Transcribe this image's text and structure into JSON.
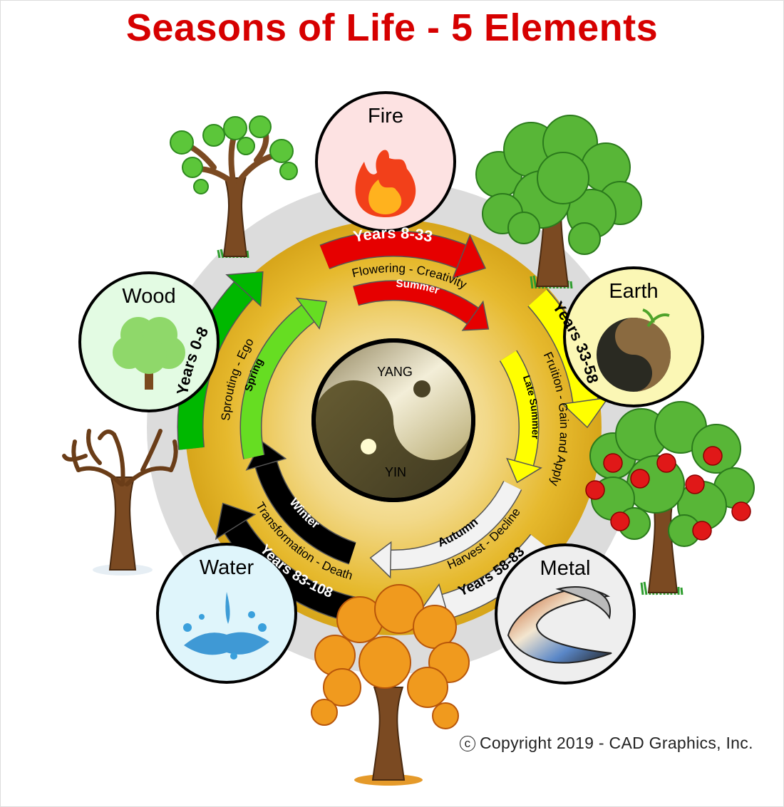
{
  "title": "Seasons of Life - 5 Elements",
  "elements": [
    {
      "name": "Fire",
      "fill": "#fde2e2",
      "icon": "flame-icon"
    },
    {
      "name": "Wood",
      "fill": "#e3fbe3",
      "icon": "tree-icon"
    },
    {
      "name": "Earth",
      "fill": "#fbf7b5",
      "icon": "soil-ball-icon"
    },
    {
      "name": "Water",
      "fill": "#dff5fb",
      "icon": "water-splash-icon"
    },
    {
      "name": "Metal",
      "fill": "#eeeeee",
      "icon": "metal-swirl-icon"
    }
  ],
  "center": {
    "yang": "YANG",
    "yin": "YIN"
  },
  "years_arrows": [
    {
      "label": "Years 8-33",
      "color": "#e60000",
      "text_color": "#ffffff"
    },
    {
      "label": "Years 33-58",
      "color": "#ffff00",
      "text_color": "#000000"
    },
    {
      "label": "Years 58-83",
      "color": "#f2f2f2",
      "text_color": "#000000"
    },
    {
      "label": "Years 83-108",
      "color": "#000000",
      "text_color": "#ffffff"
    },
    {
      "label": "Years 0-8",
      "color": "#00b800",
      "text_color": "#000000"
    }
  ],
  "season_arrows": [
    {
      "label": "Summer",
      "color": "#e60000",
      "text_color": "#ffffff"
    },
    {
      "label": "Late Summer",
      "color": "#ffff00",
      "text_color": "#000000"
    },
    {
      "label": "Autumn",
      "color": "#f2f2f2",
      "text_color": "#000000"
    },
    {
      "label": "Winter",
      "color": "#000000",
      "text_color": "#ffffff"
    },
    {
      "label": "Spring",
      "color": "#66dd22",
      "text_color": "#000000"
    }
  ],
  "phases": [
    "Flowering - Creativity",
    "Fruition - Gain and Apply",
    "Harvest - Decline",
    "Transformation - Death",
    "Sprouting - Ego"
  ],
  "copyright": {
    "symbol": "c",
    "text": "Copyright 2019 - CAD Graphics, Inc."
  }
}
